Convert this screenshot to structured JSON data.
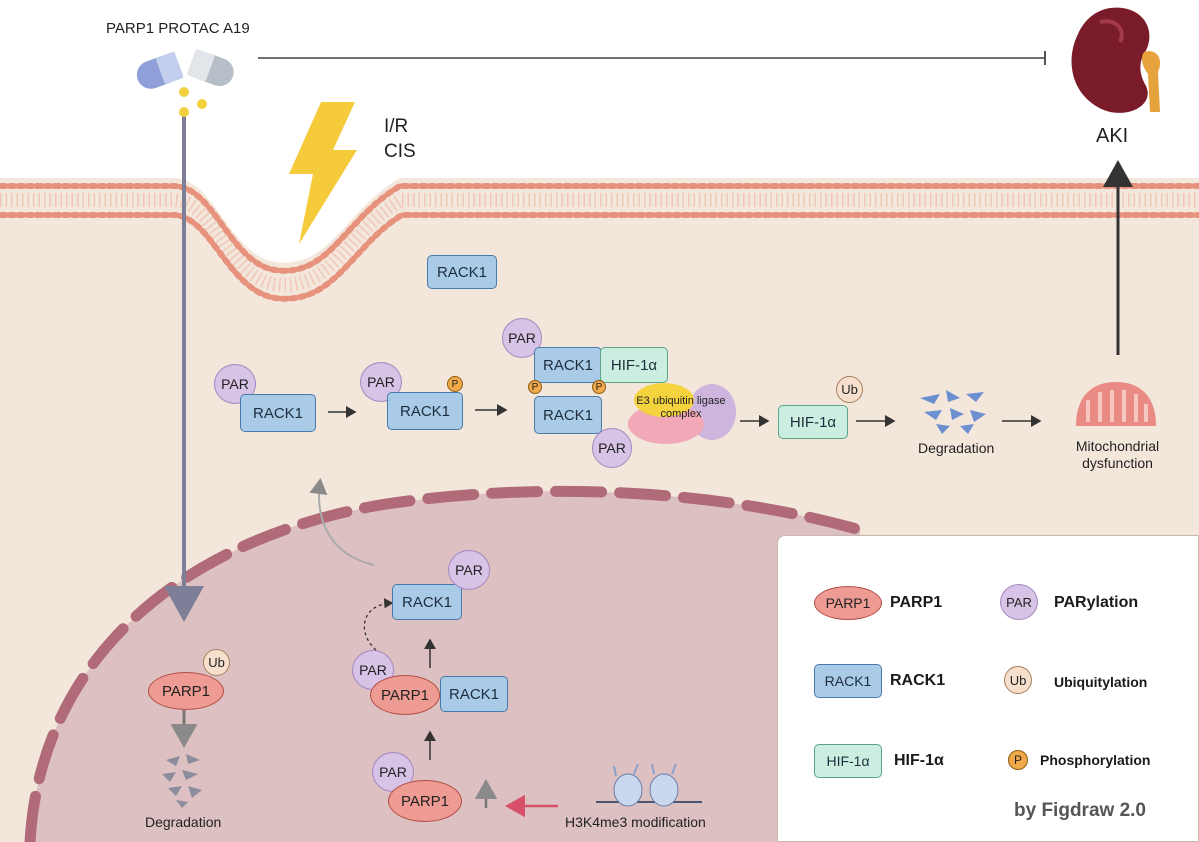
{
  "drug": {
    "label": "PARP1 PROTAC A19"
  },
  "stimulus": {
    "line1": "I/R",
    "line2": "CIS"
  },
  "outcome": {
    "label": "AKI"
  },
  "cytoplasm": {
    "rack1_free": "RACK1",
    "step1": {
      "par": "PAR",
      "rack1": "RACK1"
    },
    "step2": {
      "par": "PAR",
      "rack1": "RACK1",
      "p": "P"
    },
    "complex": {
      "par_top": "PAR",
      "rack1_top": "RACK1",
      "hif": "HIF-1α",
      "p_left": "P",
      "p_right": "P",
      "rack1_bottom": "RACK1",
      "par_bottom": "PAR",
      "e3": "E3 ubiquitin ligase complex"
    },
    "hif_ub": {
      "hif": "HIF-1α",
      "ub": "Ub"
    },
    "degradation": "Degradation",
    "mito": "Mitochondrial dysfunction"
  },
  "nucleus": {
    "parp1_ub": {
      "parp1": "PARP1",
      "ub": "Ub"
    },
    "degradation": "Degradation",
    "top_rack1": {
      "rack1": "RACK1",
      "par": "PAR"
    },
    "mid": {
      "par": "PAR",
      "parp1": "PARP1",
      "rack1": "RACK1"
    },
    "bottom": {
      "par": "PAR",
      "parp1": "PARP1"
    },
    "h3k4": "H3K4me3 modification"
  },
  "legend": {
    "items": [
      {
        "symbol": "PARP1",
        "name": "PARP1"
      },
      {
        "symbol": "PAR",
        "name": "PARylation"
      },
      {
        "symbol": "RACK1",
        "name": "RACK1"
      },
      {
        "symbol": "Ub",
        "name": "Ubiquitylation"
      },
      {
        "symbol": "HIF-1α",
        "name": "HIF-1α"
      },
      {
        "symbol": "P",
        "name": "Phosphorylation"
      }
    ],
    "credit": "by Figdraw 2.0"
  },
  "colors": {
    "cytoplasm": "#f3e7dc",
    "membrane": "#e7927c",
    "nucleus": "#ddc0c1",
    "nuclear_envelope": "#b06a78",
    "rack1": "#a9cbe8",
    "hif": "#cbeee1",
    "parp1": "#ee9b93",
    "par": "#d7c3e6",
    "ub": "#f6e0cd",
    "phospho": "#f1a94a",
    "kidney": "#7a1b2a"
  }
}
